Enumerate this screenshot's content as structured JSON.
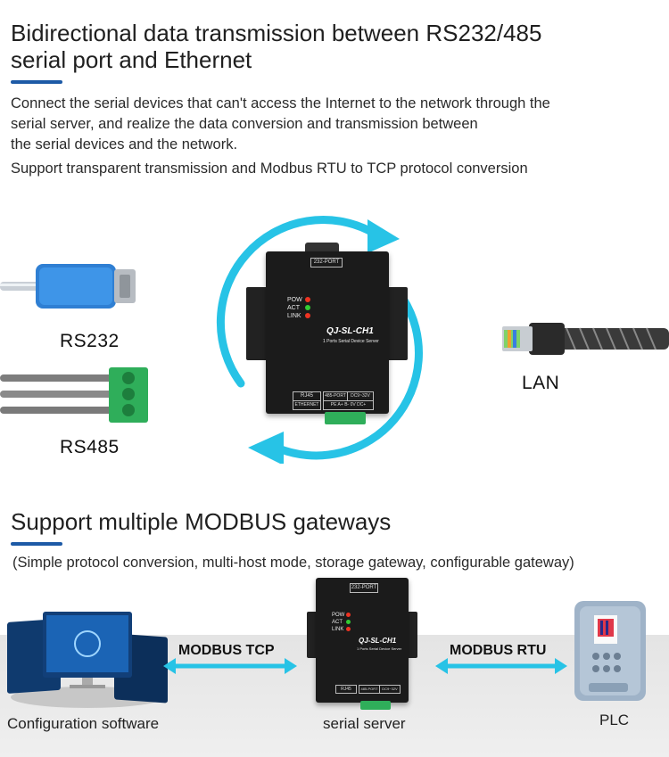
{
  "section1": {
    "title_line1": "Bidirectional data transmission between RS232/485",
    "title_line2": "serial port and Ethernet",
    "desc_line1": "Connect the serial devices that can't access the Internet to the network through the",
    "desc_line2": "serial server, and realize the data conversion and transmission between",
    "desc_line3": "the serial devices and the network.",
    "desc_line4": "Support transparent transmission and Modbus RTU to TCP protocol conversion",
    "label_rs232": "RS232",
    "label_rs485": "RS485",
    "label_lan": "LAN"
  },
  "device": {
    "port_top": "232-PORT",
    "led_pow": "POW",
    "led_act": "ACT",
    "led_link": "LINK",
    "model": "QJ-SL-CH1",
    "model_sub": "1 Ports Serial Device Server",
    "rj45": "RJ45",
    "ethernet": "ETHERNET",
    "port_485": "485-PORT",
    "power": "DC9~32V",
    "pins": "PE  A+  B-  0V  DC+"
  },
  "section2": {
    "title": "Support multiple MODBUS gateways",
    "subtitle": "(Simple protocol conversion, multi-host mode, storage gateway, configurable gateway)",
    "modbus_tcp": "MODBUS TCP",
    "modbus_rtu": "MODBUS RTU",
    "caption_software": "Configuration software",
    "caption_server": "serial server",
    "caption_plc": "PLC"
  },
  "colors": {
    "accent_blue": "#1d5aa6",
    "arrow_cyan": "#27c3e6",
    "terminal_green": "#2fae5a",
    "device_black": "#1b1b1b"
  }
}
